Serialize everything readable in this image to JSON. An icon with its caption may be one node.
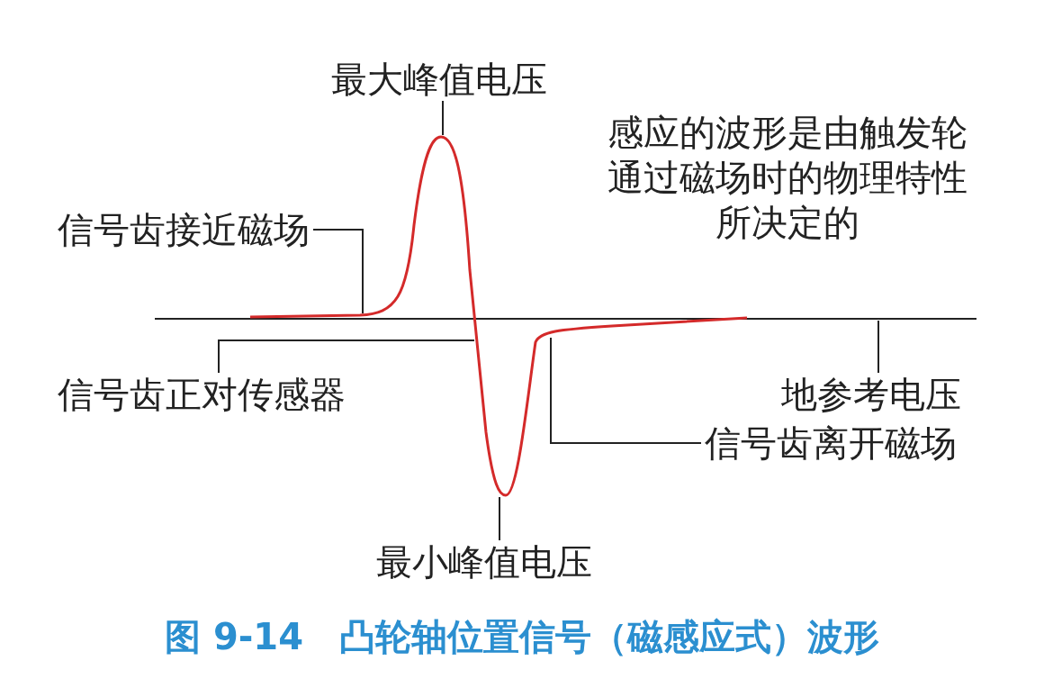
{
  "diagram": {
    "caption": "图 9-14　凸轮轴位置信号（磁感应式）波形",
    "nodes": [
      {
        "text": [
          "最大峰值电压"
        ]
      },
      {
        "text": [
          "信号齿接近磁场"
        ]
      },
      {
        "text": [
          "信号齿正对传感器"
        ]
      },
      {
        "text": [
          "地参考电压"
        ]
      },
      {
        "text": [
          "信号齿离开磁场"
        ]
      },
      {
        "text": [
          "最小峰值电压"
        ]
      }
    ],
    "edges": [
      {
        "from": 0,
        "to": null,
        "arrow": "none"
      },
      {
        "from": 1,
        "to": null,
        "arrow": "none"
      },
      {
        "from": 2,
        "to": null,
        "arrow": "none"
      },
      {
        "from": 3,
        "to": null,
        "arrow": "none"
      },
      {
        "from": 4,
        "to": null,
        "arrow": "none"
      },
      {
        "from": 5,
        "to": null,
        "arrow": "none"
      }
    ],
    "labels": [
      "感应的波形是由触发轮通过磁场时的物理特性所决定的"
    ]
  }
}
